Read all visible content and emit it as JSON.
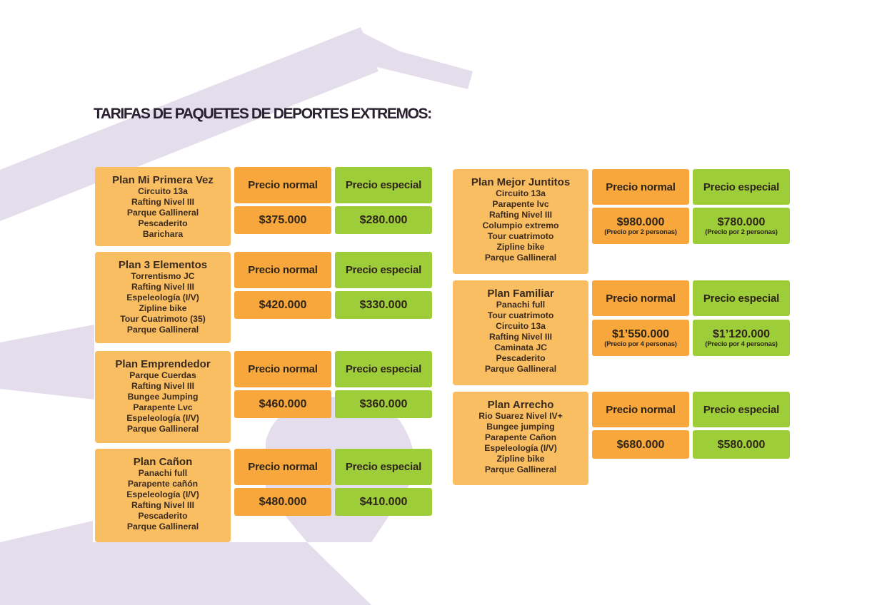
{
  "title": "TARIFAS DE PAQUETES DE DEPORTES EXTREMOS:",
  "labels": {
    "normal": "Precio normal",
    "special": "Precio especial"
  },
  "colors": {
    "plan_bg": "#f9bd62",
    "normal_bg": "#f7a73c",
    "special_bg": "#9ecd3a",
    "shape": "#e4ddec"
  },
  "plans": [
    {
      "name": "Plan Mi Primera Vez",
      "items": [
        "Circuito 13a",
        "Rafting Nivel III",
        "Parque Gallineral",
        "Pescaderito",
        "Barichara"
      ],
      "normal": "$375.000",
      "special": "$280.000"
    },
    {
      "name": "Plan 3 Elementos",
      "items": [
        "Torrentismo JC",
        "Rafting Nivel III",
        "Espeleología (I/V)",
        "Zipline bike",
        "Tour Cuatrimoto (35)",
        "Parque  Gallineral"
      ],
      "normal": "$420.000",
      "special": "$330.000"
    },
    {
      "name": "Plan Emprendedor",
      "items": [
        "Parque Cuerdas",
        "Rafting Nivel III",
        "Bungee Jumping",
        "Parapente Lvc",
        "Espeleología (I/V)",
        "Parque Gallineral"
      ],
      "normal": "$460.000",
      "special": "$360.000"
    },
    {
      "name": "Plan Cañon",
      "items": [
        "Panachi full",
        "Parapente cañón",
        "Espeleología (I/V)",
        "Rafting Nivel III",
        "Pescaderito",
        "Parque Gallineral"
      ],
      "normal": "$480.000",
      "special": "$410.000"
    },
    {
      "name": "Plan Mejor Juntitos",
      "items": [
        "Circuito 13a",
        "Parapente lvc",
        "Rafting Nivel III",
        "Columpio extremo",
        "Tour cuatrimoto",
        "Zipline bike",
        "Parque Gallineral"
      ],
      "normal": "$980.000",
      "special": "$780.000",
      "note": "(Precio por 2 personas)"
    },
    {
      "name": "Plan Familiar",
      "items": [
        "Panachi full",
        "Tour cuatrimoto",
        "Circuito 13a",
        "Rafting Nivel III",
        "Caminata JC",
        "Pescaderito",
        "Parque Gallineral"
      ],
      "normal": "$1’550.000",
      "special": "$1’120.000",
      "note": "(Precio por 4 personas)"
    },
    {
      "name": "Plan Arrecho",
      "items": [
        "Rio Suarez Nivel IV+",
        "Bungee jumping",
        "Parapente Cañon",
        "Espeleología (I/V)",
        "Zipline bike",
        "Parque Gallineral"
      ],
      "normal": "$680.000",
      "special": "$580.000"
    }
  ]
}
